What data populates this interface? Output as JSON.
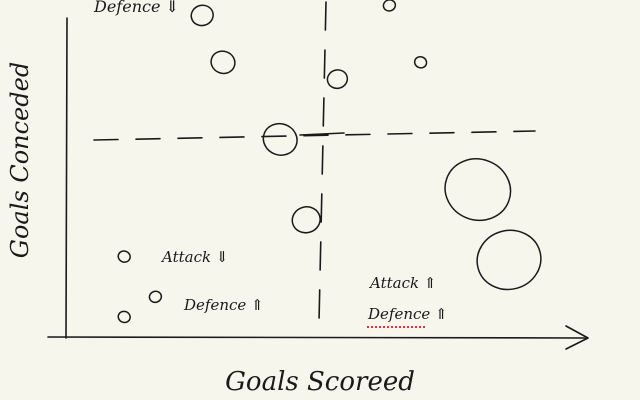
{
  "chart_data": {
    "type": "scatter",
    "xlabel": "Goals Scoreed",
    "ylabel": "Goals Conceded",
    "xlim": [
      0,
      100
    ],
    "ylim": [
      0,
      100
    ],
    "grid": false,
    "dividers": {
      "x": 50,
      "y": 50
    },
    "quadrant_labels": {
      "top_left": "Defence ⇓",
      "bottom_left_attack": "Attack ⇓",
      "bottom_left_defence": "Defence ⇑",
      "bottom_right_attack": "Attack ⇑",
      "bottom_right_defence": "Defence ⇑"
    },
    "points": [
      {
        "x": 26,
        "y": 96,
        "size": 11
      },
      {
        "x": 30,
        "y": 82,
        "size": 12
      },
      {
        "x": 62,
        "y": 99,
        "size": 6
      },
      {
        "x": 68,
        "y": 82,
        "size": 6
      },
      {
        "x": 52,
        "y": 77,
        "size": 10
      },
      {
        "x": 41,
        "y": 59,
        "size": 17
      },
      {
        "x": 46,
        "y": 35,
        "size": 14
      },
      {
        "x": 79,
        "y": 44,
        "size": 33
      },
      {
        "x": 85,
        "y": 23,
        "size": 32
      },
      {
        "x": 11,
        "y": 24,
        "size": 6
      },
      {
        "x": 17,
        "y": 12,
        "size": 6
      },
      {
        "x": 11,
        "y": 6,
        "size": 6
      }
    ]
  }
}
